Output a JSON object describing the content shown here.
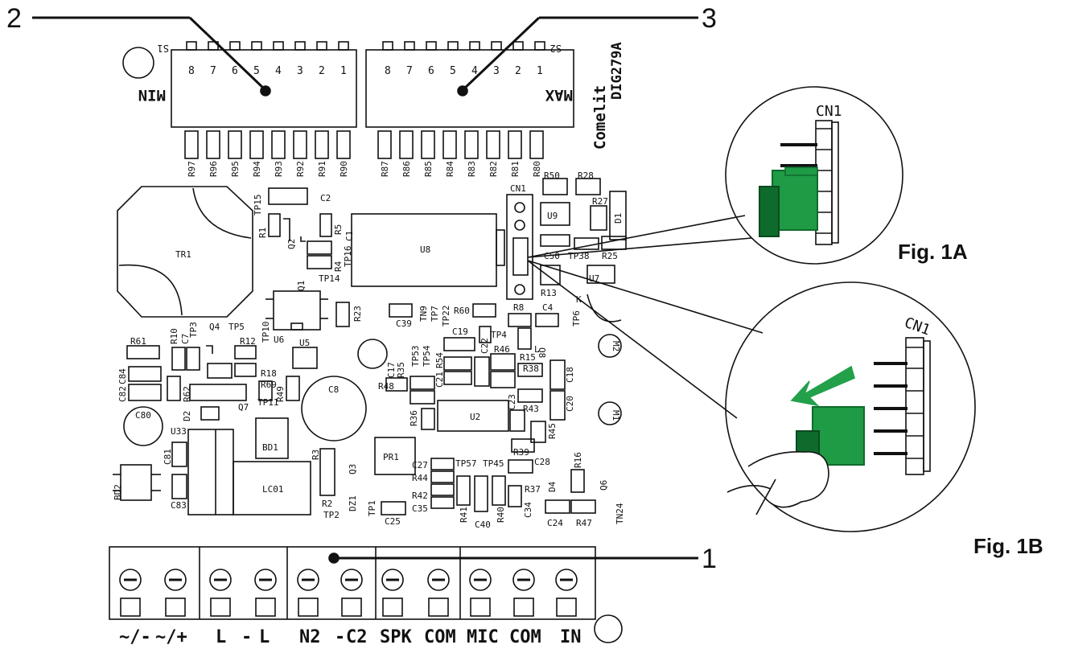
{
  "callouts": {
    "terminals": "1",
    "dip_min": "2",
    "dip_max": "3"
  },
  "board": {
    "model": "DIG279A",
    "brand": "Comelit",
    "min_label": "MIN",
    "max_label": "MAX",
    "s1_label": "S1",
    "s2_label": "S2",
    "dip_numbers": [
      "8",
      "7",
      "6",
      "5",
      "4",
      "3",
      "2",
      "1"
    ],
    "resistors_min": [
      "R97",
      "R96",
      "R95",
      "R94",
      "R93",
      "R92",
      "R91",
      "R90"
    ],
    "resistors_max": [
      "R87",
      "R86",
      "R85",
      "R84",
      "R83",
      "R82",
      "R81",
      "R80"
    ]
  },
  "components": {
    "tr1": "TR1",
    "u8": "U8",
    "cn1": "CN1",
    "u9": "U9",
    "c2": "C2",
    "tp15": "TP15",
    "r1": "R1",
    "q2": "Q2",
    "r5": "R5",
    "c1": "C1",
    "tp16": "TP16",
    "r4": "R4",
    "tp14": "TP14",
    "q1": "Q1",
    "u6": "U6",
    "r23": "R23",
    "c39": "C39",
    "tn9": "TN9",
    "tp7": "TP7",
    "tp22": "TP22",
    "r60": "R60",
    "r8": "R8",
    "c4": "C4",
    "tp6": "TP6",
    "k": "K",
    "r50": "R50",
    "r28": "R28",
    "r27": "R27",
    "d1": "D1",
    "c50": "C50",
    "tp38": "TP38",
    "r25": "R25",
    "r13": "R13",
    "u7": "U7",
    "r61": "R61",
    "r10": "R10",
    "c7": "C7",
    "tp3": "TP3",
    "q4": "Q4",
    "tp5": "TP5",
    "tp10": "TP10",
    "r12": "R12",
    "u5": "U5",
    "c84": "C84",
    "c82": "C82",
    "r18": "R18",
    "r69": "R69",
    "r62": "R62",
    "r49": "R49",
    "tp11": "TP11",
    "q7": "Q7",
    "c8": "C8",
    "c80": "C80",
    "d2": "D2",
    "u33": "U33",
    "bd1": "BD1",
    "r3": "R3",
    "q3": "Q3",
    "c81": "C81",
    "bd2": "BD2",
    "c83": "C83",
    "lc01": "LC01",
    "r2": "R2",
    "tp2": "TP2",
    "dz1": "DZ1",
    "tp1": "TP1",
    "pr1": "PR1",
    "c25": "C25",
    "c19": "C19",
    "tp4": "TP4",
    "c22": "C22",
    "r46": "R46",
    "tp53": "TP53",
    "tp54": "TP54",
    "r35": "R35",
    "c17": "C17",
    "c21": "C21",
    "r54": "R54",
    "r15": "R15",
    "q8": "Q8",
    "l": "L",
    "r38": "R38",
    "c18": "C18",
    "c20": "C20",
    "r48": "R48",
    "c23": "C23",
    "r43": "R43",
    "r36": "R36",
    "u2": "U2",
    "r45": "R45",
    "r39": "R39",
    "m1": "M1",
    "m2": "M2",
    "c27": "C27",
    "tp57": "TP57",
    "tp45": "TP45",
    "c28": "C28",
    "r16": "R16",
    "r44": "R44",
    "r42": "R42",
    "c35": "C35",
    "r41": "R41",
    "c40": "C40",
    "r40": "R40",
    "c34": "C34",
    "r37": "R37",
    "d4": "D4",
    "q6": "Q6",
    "c24": "C24",
    "r47": "R47",
    "tn24": "TN24"
  },
  "terminals": [
    "~/-",
    "~/+",
    "L",
    "-",
    "L",
    "N2",
    "-",
    "C2",
    "SPK",
    "COM",
    "MIC",
    "COM",
    "IN"
  ],
  "figures": {
    "fig_1a": "Fig. 1A",
    "fig_1b": "Fig. 1B",
    "cn1_label_a": "CN1",
    "cn1_label_b": "CN1"
  },
  "colors": {
    "jumper_green": "#1f9a45",
    "jumper_dark": "#0e6b2c",
    "arrow_green": "#22a04a",
    "ink": "#111111"
  }
}
